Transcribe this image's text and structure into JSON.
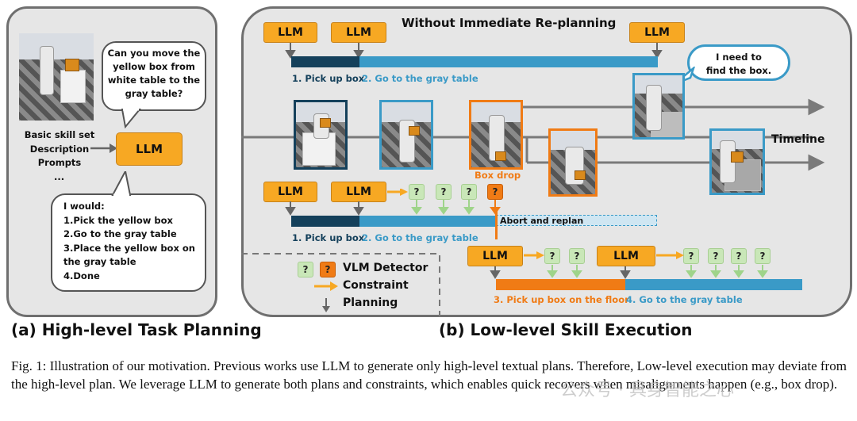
{
  "panel_a": {
    "title": "(a) High-level Task Planning",
    "question": [
      "Can you move the",
      "yellow box from",
      "white table to the",
      "gray table?"
    ],
    "inputs": [
      "Basic skill set",
      "Description",
      "Prompts",
      "..."
    ],
    "llm_label": "LLM",
    "plan_lines": [
      "I would:",
      "1.Pick the yellow box",
      "2.Go to the gray table",
      "3.Place the yellow box on",
      "the gray table",
      "4.Done"
    ]
  },
  "panel_b": {
    "title": "(b) Low-level Skill Execution",
    "top_heading": "Without Immediate Re-planning",
    "llm_label": "LLM",
    "q_mark": "?",
    "thought": [
      "I need to",
      "find the box."
    ],
    "timeline_label": "Timeline",
    "box_drop_label": "Box drop",
    "abort_label": "Abort and replan",
    "row1_labels": [
      "1. Pick up box",
      "2. Go to the gray table"
    ],
    "row2_labels": [
      "1. Pick up box",
      "2. Go to the gray table"
    ],
    "row3_labels": [
      "3. Pick up box on the floor",
      "4. Go to the gray table"
    ],
    "legend": {
      "vlm_detector": "VLM Detector",
      "constraint": "Constraint",
      "planning": "Planning"
    },
    "colors": {
      "dark": "#14405b",
      "teal": "#3a9ac7",
      "orange": "#f07b15",
      "llm": "#f7a823",
      "check": "#c9e7b8"
    }
  },
  "caption": "Fig. 1: Illustration of our motivation. Previous works use LLM to generate only high-level textual plans. Therefore, Low-level execution may deviate from the high-level plan. We leverage LLM to generate both plans and constraints, which enables quick recovers when misalignments happen (e.g., box drop).",
  "watermark": "公众号 · 具身智能之心"
}
